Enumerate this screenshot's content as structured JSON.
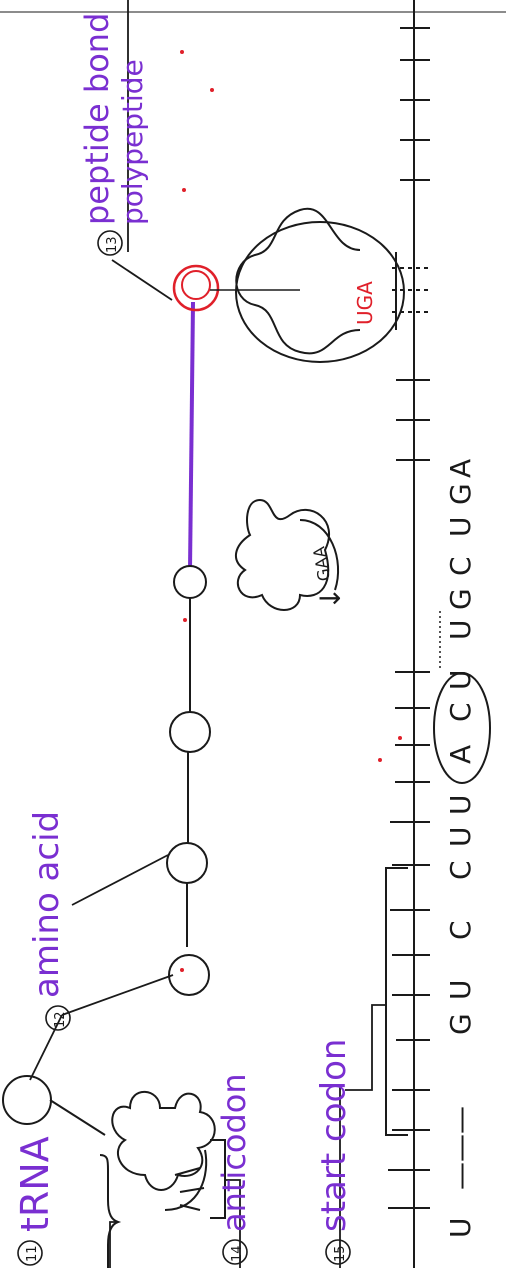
{
  "labels": {
    "trna": {
      "number": "11",
      "text": "tRNA"
    },
    "amino_acid": {
      "number": "12",
      "text": "amino acid"
    },
    "peptide_bond": {
      "number": "13",
      "text": "peptide bond",
      "extra": "polypeptide"
    },
    "anticodon": {
      "number": "14",
      "text": "anticodon"
    },
    "start_codon": {
      "number": "15",
      "text": "start codon"
    }
  },
  "mrna": {
    "seq_start": "U",
    "dashes": "———",
    "seq_rest": [
      "G",
      "U",
      "C",
      "C",
      "U",
      "U"
    ],
    "codon_circled": [
      "A",
      "C",
      "U"
    ],
    "tail": [
      "U",
      "G",
      "C",
      "U",
      "G",
      "A"
    ]
  },
  "trna_anticodons": {
    "free_trna": "GAA",
    "bound_trna": "UGA"
  },
  "colors": {
    "ink": "#1a1a1a",
    "label": "#7a2fd1",
    "red": "#e0202a"
  }
}
